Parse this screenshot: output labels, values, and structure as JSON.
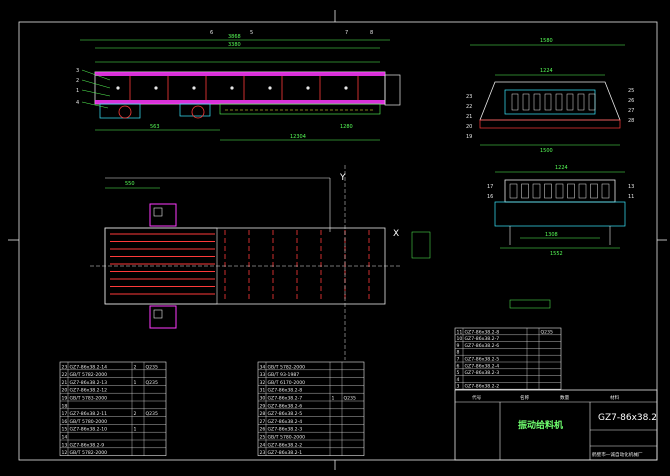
{
  "title_block": {
    "drawing_title": "振动给料机",
    "drawing_number": "GZ7-86x38.2",
    "company": "鹤壁市一诚自动化机械厂",
    "col_headers": [
      "代号",
      "名称",
      "数量",
      "材料"
    ]
  },
  "views": {
    "side": {
      "top_dims": [
        "3868",
        "3380"
      ],
      "callouts_left": [
        "3",
        "2",
        "1",
        "4"
      ],
      "callouts_top": [
        "6",
        "5",
        "7",
        "8"
      ],
      "bottom_dims": [
        "563",
        "12304",
        "1280"
      ]
    },
    "end_top": {
      "dims": [
        "1580",
        "1224",
        "1500"
      ],
      "callouts": [
        "23",
        "22",
        "21",
        "20",
        "19",
        "25",
        "26",
        "27",
        "28"
      ]
    },
    "end_bottom": {
      "dims": [
        "1224",
        "1308",
        "1552"
      ],
      "callouts": [
        "17",
        "16",
        "13",
        "11"
      ]
    },
    "plan": {
      "dim_top": "550",
      "y_label": "Y",
      "x_label": "X"
    }
  },
  "bom_left": {
    "rows": [
      [
        "23",
        "GZ7-86x38.2-14",
        "2",
        "Q235"
      ],
      [
        "22",
        "GB/T 5782-2000",
        "",
        ""
      ],
      [
        "21",
        "GZ7-86x38.2-13",
        "1",
        "Q235"
      ],
      [
        "20",
        "GZ7-86x38.2-12",
        "",
        ""
      ],
      [
        "19",
        "GB/T 5783-2000",
        "",
        ""
      ],
      [
        "18",
        "",
        "",
        ""
      ],
      [
        "17",
        "GZ7-86x38.2-11",
        "2",
        "Q235"
      ],
      [
        "16",
        "GB/T 5780-2000",
        "",
        ""
      ],
      [
        "15",
        "GZ7-86x38.2-10",
        "1",
        ""
      ],
      [
        "14",
        "",
        "",
        ""
      ],
      [
        "13",
        "GZ7-86x38.2-9",
        "",
        ""
      ],
      [
        "12",
        "GB/T 5782-2000",
        "",
        ""
      ]
    ]
  },
  "bom_right": {
    "rows": [
      [
        "34",
        "GB/T 5782-2000",
        "",
        ""
      ],
      [
        "33",
        "GB/T 93-1987",
        "",
        ""
      ],
      [
        "32",
        "GB/T 6170-2000",
        "",
        ""
      ],
      [
        "31",
        "GZ7-86x38.2-8",
        "",
        ""
      ],
      [
        "30",
        "GZ7-86x38.2-7",
        "1",
        "Q235"
      ],
      [
        "29",
        "GZ7-86x38.2-6",
        "",
        ""
      ],
      [
        "28",
        "GZ7-86x38.2-5",
        "",
        ""
      ],
      [
        "27",
        "GZ7-86x38.2-4",
        "",
        ""
      ],
      [
        "26",
        "GZ7-86x38.2-3",
        "",
        ""
      ],
      [
        "25",
        "GB/T 5780-2000",
        "",
        ""
      ],
      [
        "24",
        "GZ7-86x38.2-2",
        "",
        ""
      ],
      [
        "23",
        "GZ7-86x38.2-1",
        "",
        ""
      ]
    ]
  },
  "bom_upper": {
    "rows": [
      [
        "11",
        "GZ7-86x38.2-8",
        "",
        "Q235"
      ],
      [
        "10",
        "GZ7-86x38.2-7",
        "",
        ""
      ],
      [
        "9",
        "GZ7-86x38.2-6",
        "",
        ""
      ],
      [
        "8",
        "",
        "",
        ""
      ],
      [
        "7",
        "GZ7-86x38.2-5",
        "",
        ""
      ],
      [
        "6",
        "GZ7-86x38.2-4",
        "",
        ""
      ],
      [
        "5",
        "GZ7-86x38.2-3",
        "",
        ""
      ],
      [
        "4",
        "",
        "",
        ""
      ],
      [
        "3",
        "GZ7-86x38.2-2",
        "",
        ""
      ]
    ]
  },
  "colors": {
    "background": "#000000",
    "line": "#e8e8e8",
    "red": "#ff3a3a",
    "magenta": "#ff3aff",
    "green": "#57ff57",
    "cyan": "#3aeaff",
    "yellow": "#ffff3a"
  }
}
